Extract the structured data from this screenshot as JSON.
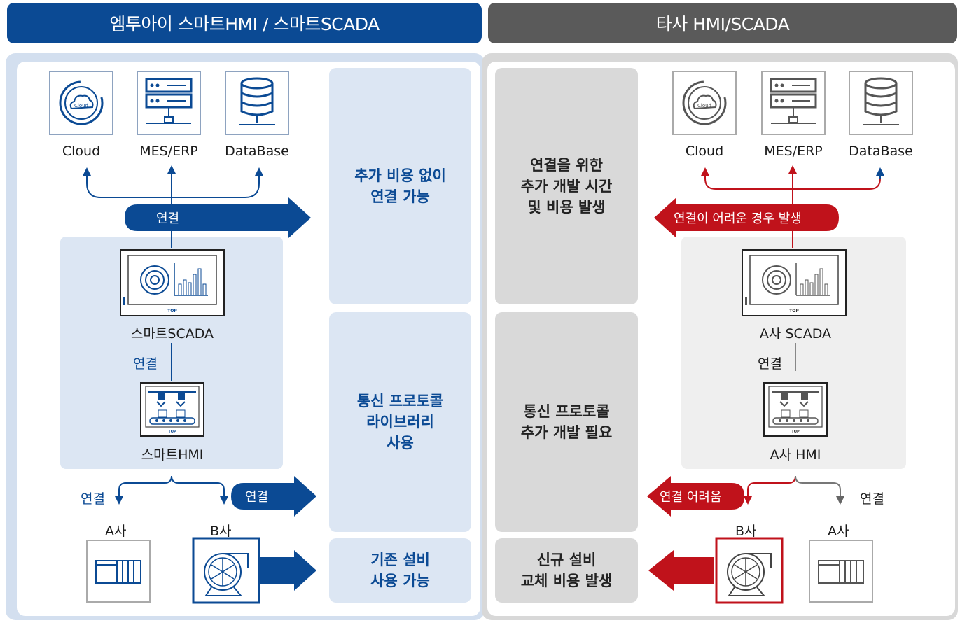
{
  "headers": {
    "left": "엠투아이 스마트HMI / 스마트SCADA",
    "right": "타사 HMI/SCADA"
  },
  "left": {
    "top_icons": [
      "Cloud",
      "MES/ERP",
      "DataBase"
    ],
    "connect_arrow": "연결",
    "scada_label": "스마트SCADA",
    "mid_connect": "연결",
    "hmi_label": "스마트HMI",
    "connect_a": "연결",
    "connect_b": "연결",
    "company_a": "A사",
    "company_b": "B사",
    "box1_line1": "추가 비용 없이",
    "box1_line2": "연결 가능",
    "box2_line1": "통신 프로토콜",
    "box2_line2": "라이브러리",
    "box2_line3": "사용",
    "box3_line1": "기존 설비",
    "box3_line2": "사용 가능"
  },
  "right": {
    "top_icons": [
      "Cloud",
      "MES/ERP",
      "DataBase"
    ],
    "connect_arrow": "연결이 어려운 경우 발생",
    "scada_label": "A사 SCADA",
    "mid_connect": "연결",
    "hmi_label": "A사 HMI",
    "connect_hard": "연결 어려움",
    "connect_a": "연결",
    "company_b": "B사",
    "company_a": "A사",
    "box1_line1": "연결을 위한",
    "box1_line2": "추가 개발 시간",
    "box1_line3": "및 비용 발생",
    "box2_line1": "통신 프로토콜",
    "box2_line2": "추가 개발 필요",
    "box3_line1": "신규 설비",
    "box3_line2": "교체 비용 발생"
  },
  "device_brand": "TOP",
  "colors": {
    "left_header": "#0b4a94",
    "right_header": "#5a5a5a",
    "left_accent": "#0b4a94",
    "right_accent": "#c0121b",
    "left_box": "#dce6f3",
    "right_box": "#d9d9d9",
    "left_text": "#0b4a94",
    "right_text": "#222222"
  }
}
